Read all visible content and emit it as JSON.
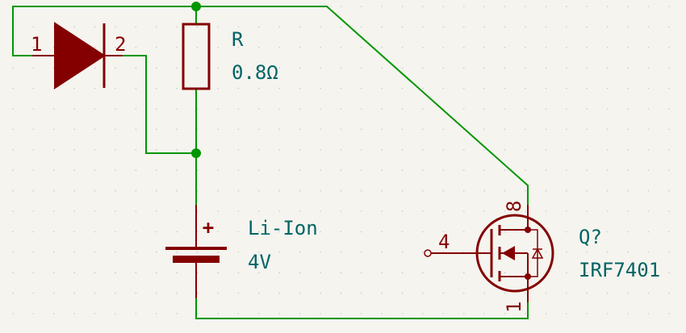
{
  "schematic": {
    "colors": {
      "background": "#f5f4ef",
      "wire": "#009600",
      "junction": "#009600",
      "component": "#840000",
      "component_fill": "#840000",
      "label": "#006464",
      "grid_dot": "#c8c8c8"
    },
    "diode": {
      "pin1": "1",
      "pin2": "2"
    },
    "resistor": {
      "reference": "R",
      "value": "0.8Ω"
    },
    "battery": {
      "polarity": "+",
      "name": "Li-Ion",
      "value": "4V"
    },
    "mosfet": {
      "reference": "Q?",
      "value": "IRF7401",
      "gate_pin": "4",
      "drain_pin": "8",
      "source_pin": "1"
    }
  }
}
